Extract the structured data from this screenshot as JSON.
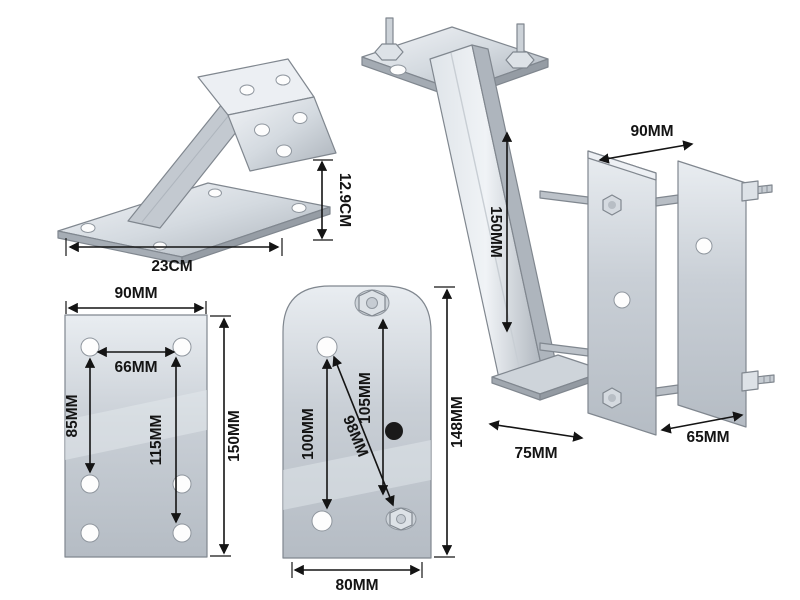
{
  "diagram": {
    "iso_bracket": {
      "length": "23CM",
      "height": "12.9CM"
    },
    "assembly": {
      "arm_length": "150MM",
      "plate_width": "90MM",
      "foot_depth": "75MM",
      "plate_depth": "65MM"
    },
    "flat_plate": {
      "width": "90MM",
      "hole_span": "66MM",
      "hole_offset_left": "85MM",
      "hole_offset_right": "115MM",
      "height": "150MM"
    },
    "rounded_plate": {
      "hole_span_left": "100MM",
      "hole_offset_center": "105MM",
      "diagonal_span": "98MM",
      "height": "148MM",
      "width": "80MM"
    },
    "colors": {
      "metal_light": "#f0f3f6",
      "metal_mid": "#ccd2d8",
      "metal_dark": "#a9b0b8",
      "dimension_text": "#141414"
    }
  }
}
